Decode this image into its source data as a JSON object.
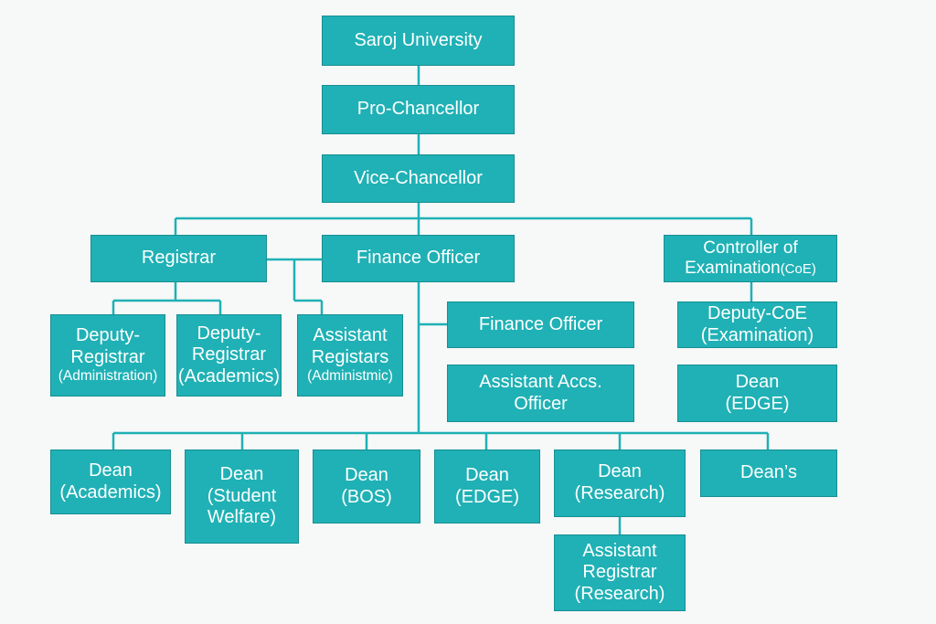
{
  "colors": {
    "box": "#1fb1b5",
    "box_border": "#178f93",
    "line": "#1fb1b5",
    "text": "#ffffff",
    "background": "#f7f8f8"
  },
  "nodes": {
    "saroj_university": {
      "label": "Saroj University"
    },
    "pro_chancellor": {
      "label": "Pro-Chancellor"
    },
    "vice_chancellor": {
      "label": "Vice-Chancellor"
    },
    "registrar": {
      "label": "Registrar"
    },
    "finance_officer": {
      "label": "Finance Officer"
    },
    "controller_of_examination": {
      "label": "Controller of\nExamination",
      "sub": "(CoE)"
    },
    "deputy_registrar_admin": {
      "label": "Deputy-\nRegistrar",
      "sub": "(Administration)"
    },
    "deputy_registrar_academics": {
      "label": "Deputy-\nRegistrar\n(Academics)"
    },
    "assistant_registars": {
      "label": "Assistant\nRegistars",
      "sub": "(Administmic)"
    },
    "finance_officer_2": {
      "label": "Finance Officer"
    },
    "assistant_accs_officer": {
      "label": "Assistant Accs.\nOfficer"
    },
    "deputy_coe": {
      "label": "Deputy-CoE\n(Examination)"
    },
    "dean_edge_right": {
      "label": "Dean\n(EDGE)"
    },
    "dean_academics": {
      "label": "Dean\n(Academics)"
    },
    "dean_student_welfare": {
      "label": "Dean\n(Student\nWelfare)"
    },
    "dean_bos": {
      "label": "Dean\n(BOS)"
    },
    "dean_edge": {
      "label": "Dean\n(EDGE)"
    },
    "dean_research": {
      "label": "Dean\n(Research)"
    },
    "deans": {
      "label": "Dean’s"
    },
    "assistant_registrar_research": {
      "label": "Assistant\nRegistrar\n(Research)"
    }
  }
}
